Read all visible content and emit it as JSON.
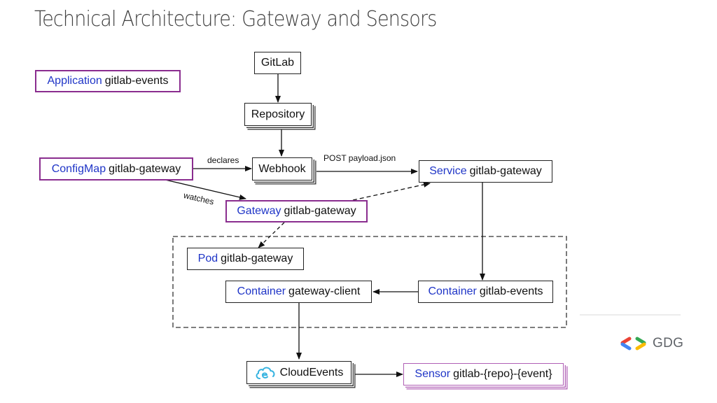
{
  "title": "Technical Architecture: Gateway and Sensors",
  "nodes": {
    "application": {
      "kind": "Application",
      "name": "gitlab-events"
    },
    "gitlab": {
      "name": "GitLab"
    },
    "repository": {
      "name": "Repository"
    },
    "configmap": {
      "kind": "ConfigMap",
      "name": "gitlab-gateway"
    },
    "webhook": {
      "name": "Webhook"
    },
    "service": {
      "kind": "Service",
      "name": "gitlab-gateway"
    },
    "gateway": {
      "kind": "Gateway",
      "name": "gitlab-gateway"
    },
    "pod": {
      "kind": "Pod",
      "name": "gitlab-gateway"
    },
    "container_client": {
      "kind": "Container",
      "name": "gateway-client"
    },
    "container_events": {
      "kind": "Container",
      "name": "gitlab-events"
    },
    "cloudevents": {
      "name": "CloudEvents",
      "icon": "cloudevents-icon"
    },
    "sensor": {
      "kind": "Sensor",
      "name": "gitlab-{repo}-{event}"
    }
  },
  "edges": {
    "declares": "declares",
    "watches": "watches",
    "post": "POST payload.json"
  },
  "colors": {
    "kind_text": "#1f35c7",
    "purple_border": "#8a2d8f",
    "sensor_border": "#b05fb5"
  },
  "logo": {
    "text": "GDG",
    "colors": [
      "#ea4335",
      "#4285f4",
      "#34a853",
      "#fbbc04"
    ]
  }
}
